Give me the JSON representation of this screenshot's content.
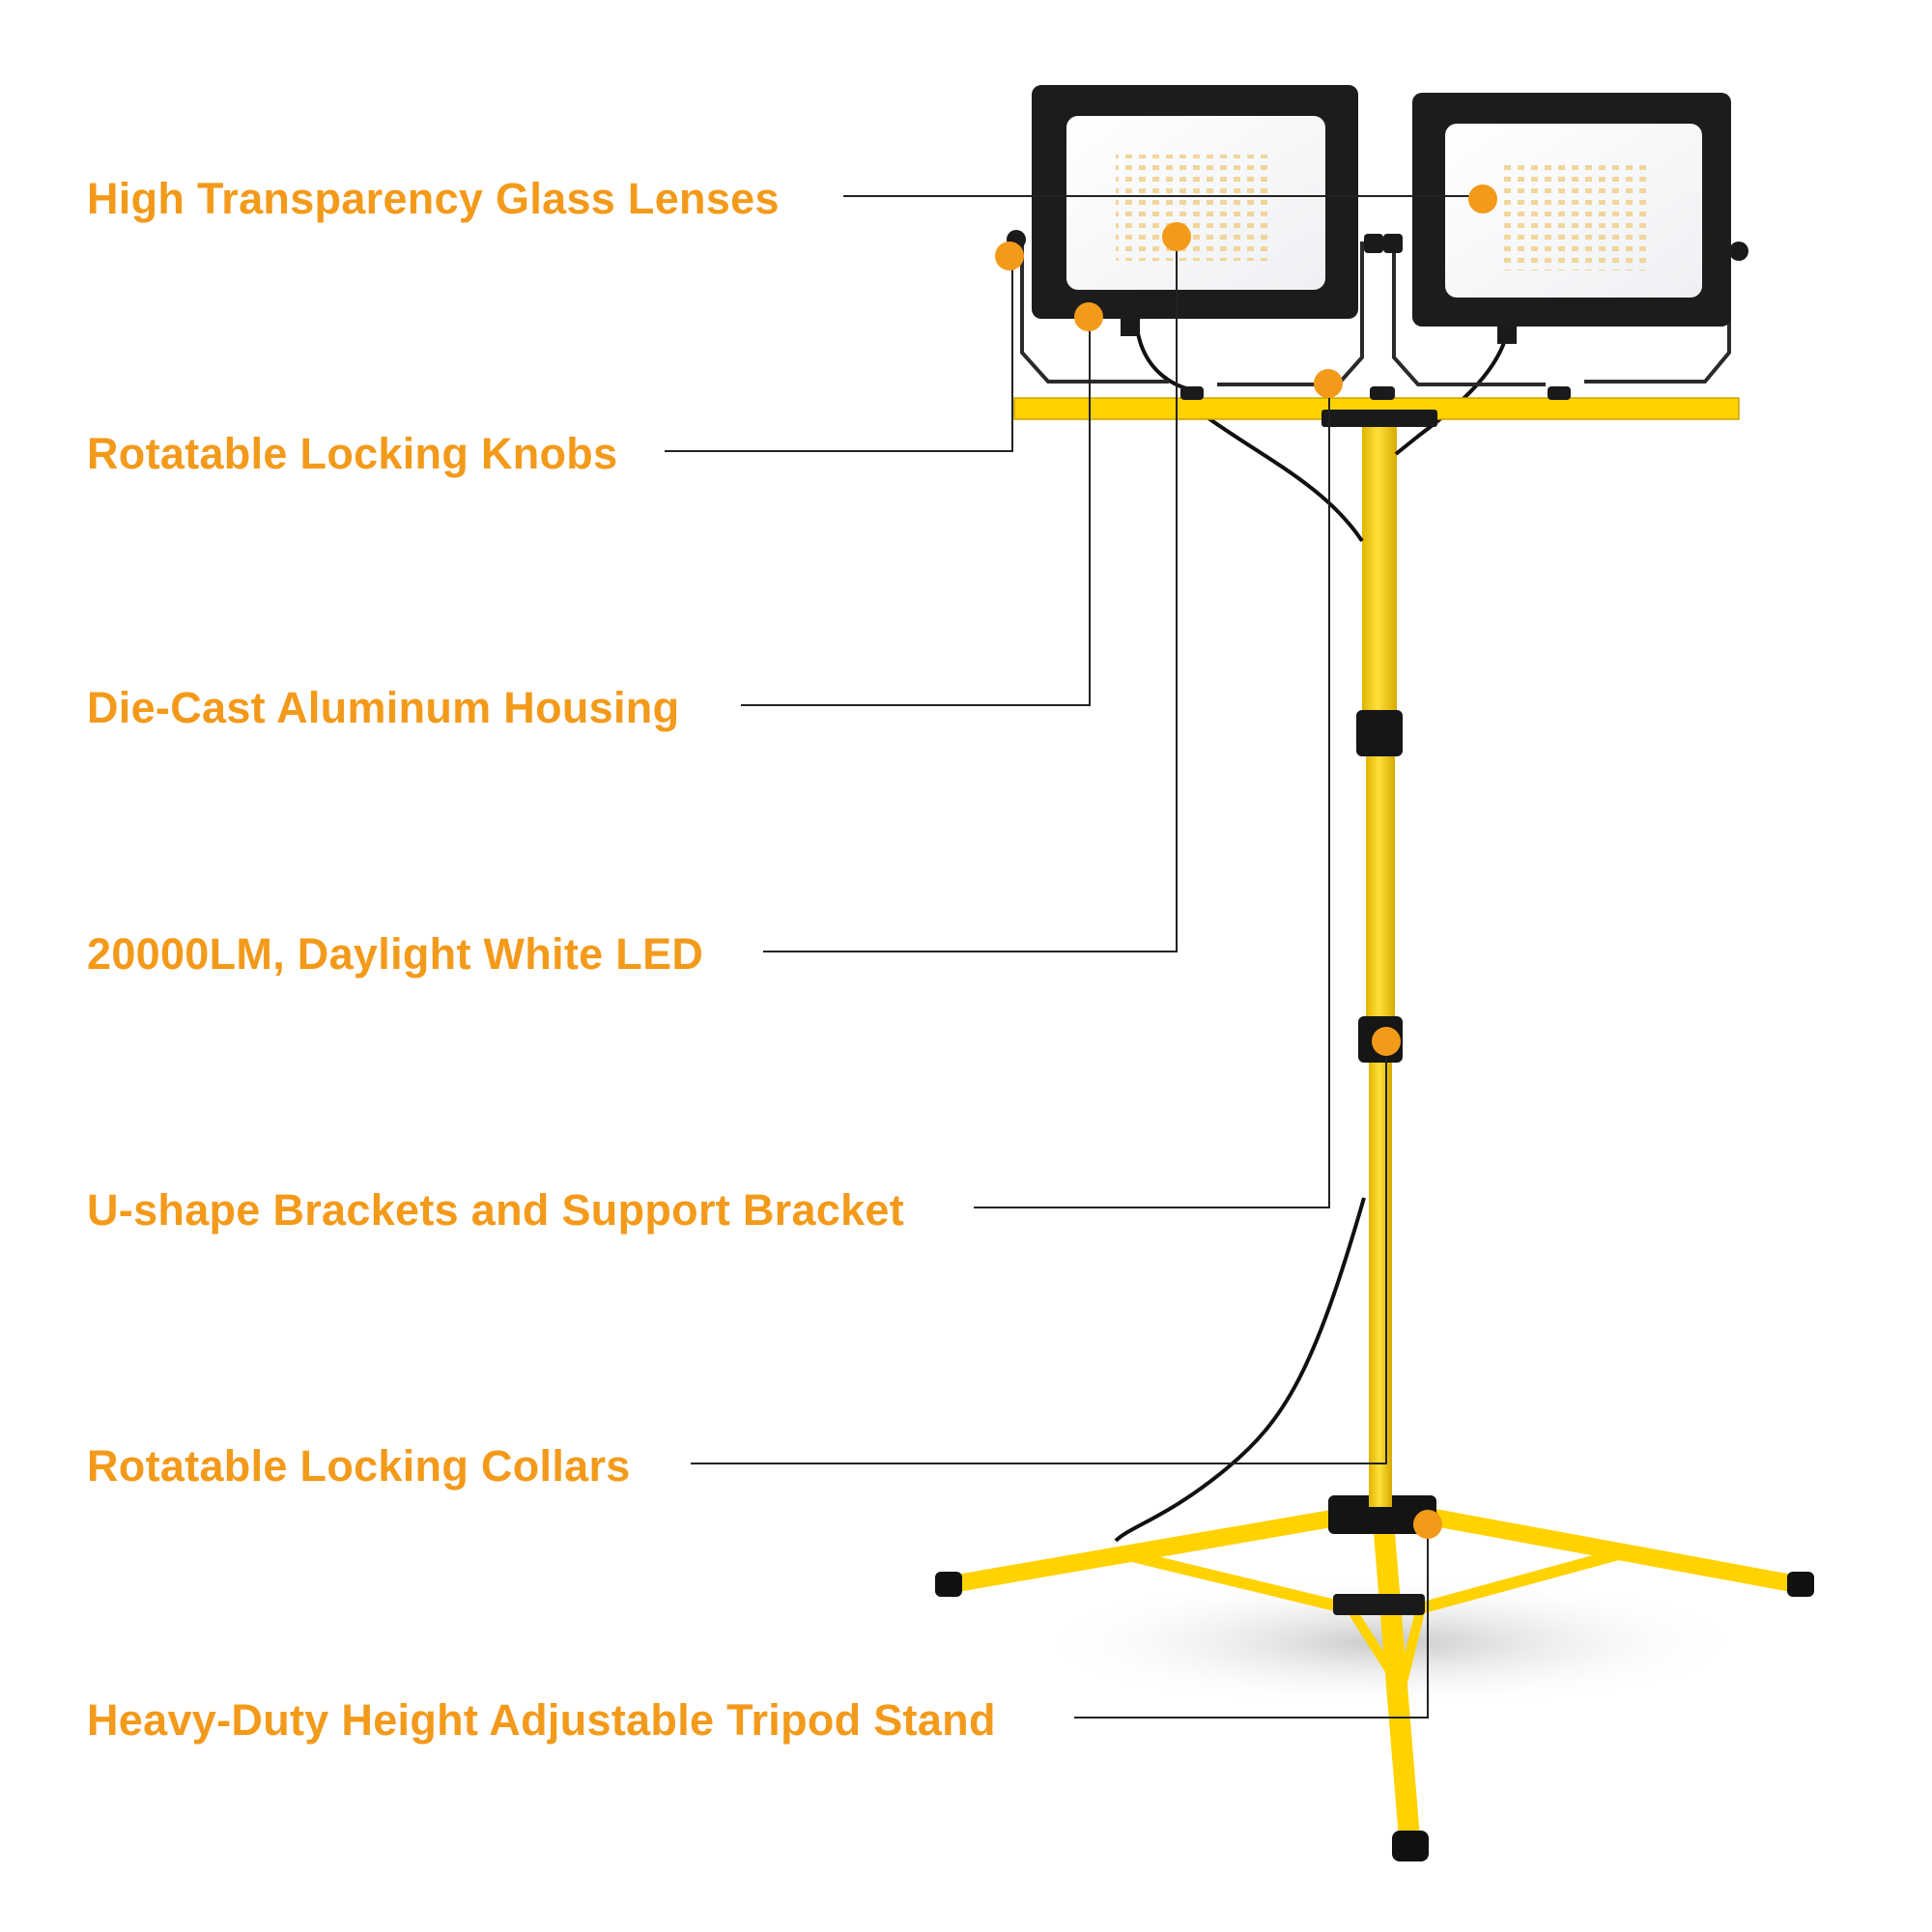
{
  "colors": {
    "accent": "#F39A1B",
    "stand": "#FFD200",
    "housing": "#1c1c1c",
    "lens": "#f7f8fa",
    "callout_line": "#222222",
    "cable": "#111111"
  },
  "callouts": [
    {
      "id": "glass-lenses",
      "text": "High Transparency Glass Lenses"
    },
    {
      "id": "locking-knobs",
      "text": "Rotatable Locking Knobs"
    },
    {
      "id": "aluminum-housing",
      "text": "Die-Cast Aluminum Housing"
    },
    {
      "id": "led",
      "text": "20000LM, Daylight White LED"
    },
    {
      "id": "brackets",
      "text": "U-shape Brackets and Support Bracket"
    },
    {
      "id": "locking-collars",
      "text": "Rotatable Locking Collars"
    },
    {
      "id": "tripod-stand",
      "text": "Heavy-Duty Height Adjustable Tripod Stand"
    }
  ]
}
